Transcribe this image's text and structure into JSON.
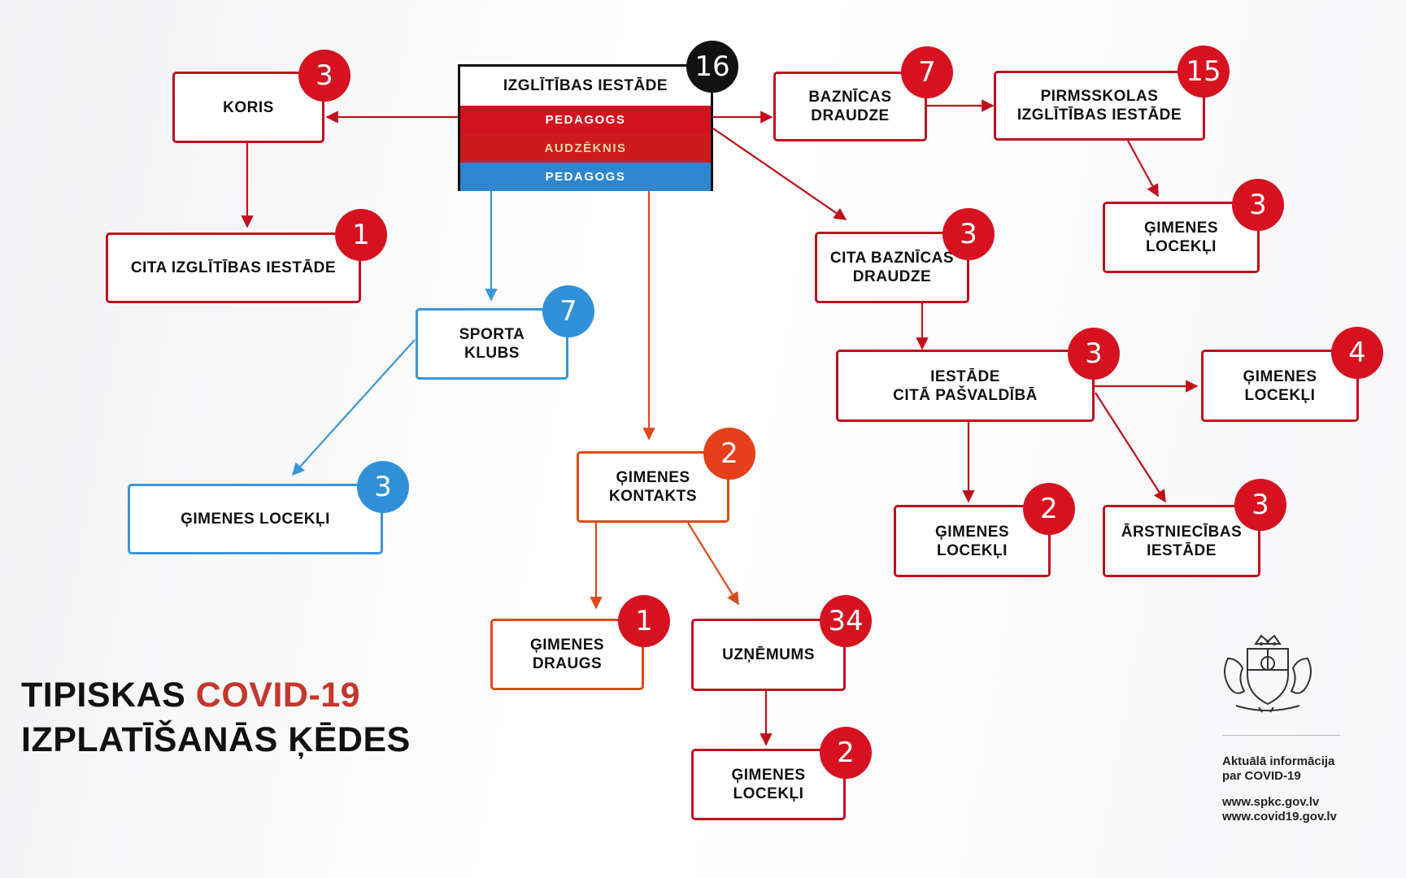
{
  "main": {
    "label": "IZGLĪTĪBAS IESTĀDE",
    "count": "16",
    "bands": [
      "PEDAGOGS",
      "AUDZĒKNIS",
      "PEDAGOGS"
    ]
  },
  "nodes": {
    "koris": {
      "label": "KORIS",
      "count": "3"
    },
    "cita_izgl": {
      "label": "CITA IZGLĪTĪBAS IESTĀDE",
      "count": "1"
    },
    "sporta": {
      "label1": "SPORTA",
      "label2": "KLUBS",
      "count": "7"
    },
    "gim_blue": {
      "label": "ĢIMENES LOCEKĻI",
      "count": "3"
    },
    "gim_kontakts": {
      "label1": "ĢIMENES",
      "label2": "KONTAKTS",
      "count": "2"
    },
    "gim_draugs": {
      "label1": "ĢIMENES",
      "label2": "DRAUGS",
      "count": "1"
    },
    "uznemums": {
      "label": "UZŅĒMUMS",
      "count": "34"
    },
    "gim_uzn": {
      "label1": "ĢIMENES",
      "label2": "LOCEKĻI",
      "count": "2"
    },
    "baznicas": {
      "label1": "BAZNĪCAS",
      "label2": "DRAUDZE",
      "count": "7"
    },
    "pirmsskolas": {
      "label1": "PIRMSSKOLAS",
      "label2": "IZGLĪTĪBAS IESTĀDE",
      "count": "15"
    },
    "gim_pirms": {
      "label1": "ĢIMENES",
      "label2": "LOCEKĻI",
      "count": "3"
    },
    "cita_baz": {
      "label1": "CITA BAZNĪCAS",
      "label2": "DRAUDZE",
      "count": "3"
    },
    "iestade_cita": {
      "label1": "IESTĀDE",
      "label2": "CITĀ PAŠVALDĪBĀ",
      "count": "3"
    },
    "gim_iest_r": {
      "label1": "ĢIMENES",
      "label2": "LOCEKĻI",
      "count": "4"
    },
    "gim_iest_b": {
      "label1": "ĢIMENES",
      "label2": "LOCEKĻI",
      "count": "2"
    },
    "arstn": {
      "label1": "ĀRSTNIECĪBAS",
      "label2": "IESTĀDE",
      "count": "3"
    }
  },
  "title": {
    "line1_prefix": "TIPISKAS ",
    "line1_highlight": "COVID-19",
    "line2": "IZPLATĪŠANĀS ĶĒDES"
  },
  "info": {
    "line1": "Aktuālā informācija",
    "line2": "par COVID-19",
    "url1": "www.spkc.gov.lv",
    "url2": "www.covid19.gov.lv"
  },
  "colors": {
    "red": "#c0101c",
    "blue": "#3a96d8",
    "orange": "#dd4b1a",
    "black": "#111111"
  }
}
